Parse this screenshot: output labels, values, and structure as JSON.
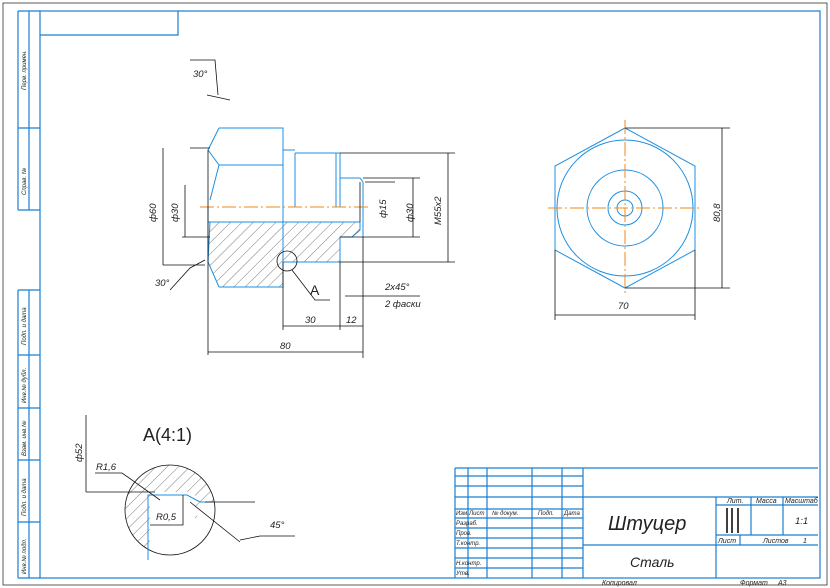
{
  "side_strip": [
    "Перв. примен.",
    "Справ. №",
    "Подп. и дата",
    "Инв.№ дубл.",
    "Взам. инв.№",
    "Подп. и дата",
    "Инв.№ подл."
  ],
  "main_view": {
    "angle_top": "30°",
    "angle_bottom": "30°",
    "dia_60": "ф60",
    "dia_30_left": "ф30",
    "dia_15": "ф15",
    "dia_30_right": "ф30",
    "thread": "M55x2",
    "detail_marker": "A",
    "chamfer": "2x45°",
    "chamfer_note": "2 фаски",
    "len_30": "30",
    "len_12": "12",
    "len_80": "80"
  },
  "side_view": {
    "height": "80,8",
    "width": "70"
  },
  "detail": {
    "title": "A(4:1)",
    "dia": "ф52",
    "r1": "R1,6",
    "r2": "R0,5",
    "angle": "45°"
  },
  "title_block": {
    "headers": [
      "Изм.",
      "Лист",
      "№ докум.",
      "Подп.",
      "Дата"
    ],
    "roles": [
      "Разраб.",
      "Пров.",
      "Т.контр.",
      "",
      "Н.контр.",
      "Утв."
    ],
    "part_name": "Штуцер",
    "material": "Сталь",
    "lit_label": "Лит.",
    "mass_label": "Масса",
    "scale_label": "Масштаб",
    "scale_value": "1:1",
    "sheet_label": "Лист",
    "sheets_label": "Листов",
    "sheets_value": "1",
    "copied": "Копировал",
    "format_label": "Формат",
    "format_value": "A3"
  }
}
